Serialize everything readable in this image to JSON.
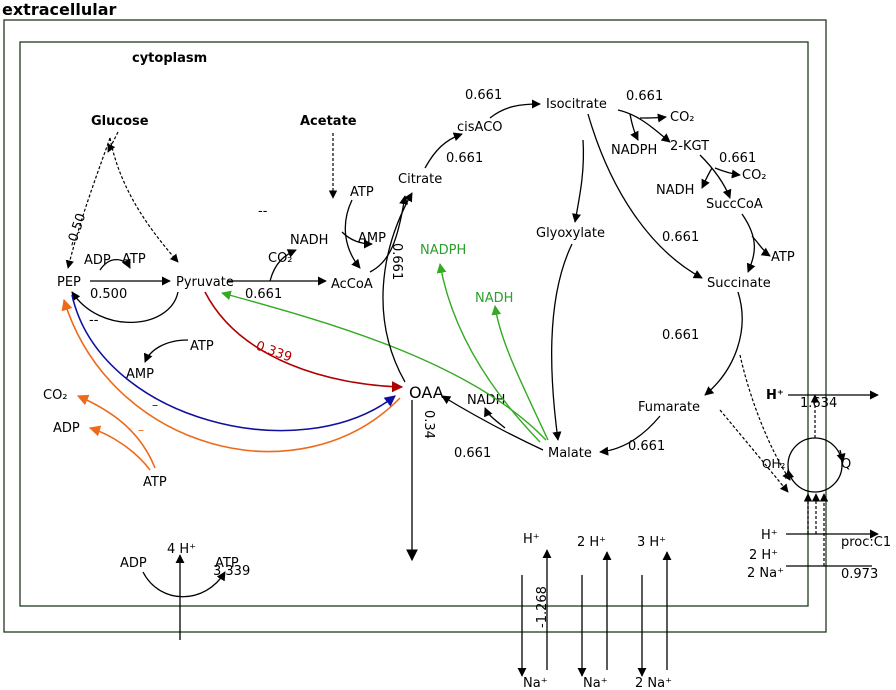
{
  "compartments": {
    "outer": "extracellular",
    "inner": "cytoplasm"
  },
  "metabolites": {
    "glucose": "Glucose",
    "acetate": "Acetate",
    "pep": "PEP",
    "pyruvate": "Pyruvate",
    "accoa": "AcCoA",
    "citrate": "Citrate",
    "cisaco": "cisACO",
    "isocitrate": "Isocitrate",
    "kgt": "2-KGT",
    "succcoa": "SuccCoA",
    "succinate": "Succinate",
    "glyoxylate": "Glyoxylate",
    "fumarate": "Fumarate",
    "malate": "Malate",
    "oaa": "OAA",
    "atp": "ATP",
    "adp": "ADP",
    "amp": "AMP",
    "co2": "CO₂",
    "nadh": "NADH",
    "nadph": "NADPH",
    "qh2": "QH₂",
    "q": "Q",
    "h": "H⁺",
    "na": "Na⁺",
    "h4": "4 H⁺",
    "h2": "2 H⁺",
    "h3": "3 H⁺",
    "na2": "2 Na⁺",
    "proc": "proc:C1"
  },
  "fluxes": {
    "glc_pep": "-0.50",
    "pep_pyr": "0.500",
    "pyr_accoa": "0.661",
    "oaa_pyr": "0.661",
    "pyr_oaa": "0.339",
    "oaa_cit": "0.661",
    "cit_cis": "0.661",
    "cis_iso": "0.661",
    "iso_kgt": "0.661",
    "kgt_succ": "0.661",
    "succcoa_succ": "0.661",
    "succ_fum": "0.661",
    "fum_mal": "0.661",
    "mal_oaa": "0.661",
    "oaa_out": "0.34",
    "atp_syn": "3.339",
    "h_out": "1.634",
    "na_h": "0.973",
    "antiporter": "-1.268",
    "zero": "--",
    "zero_small": "–"
  },
  "colors": {
    "green": "#33aa22",
    "red": "#b00000",
    "blue": "#1010a0",
    "orange": "#ee6a1a",
    "black": "#000000"
  }
}
